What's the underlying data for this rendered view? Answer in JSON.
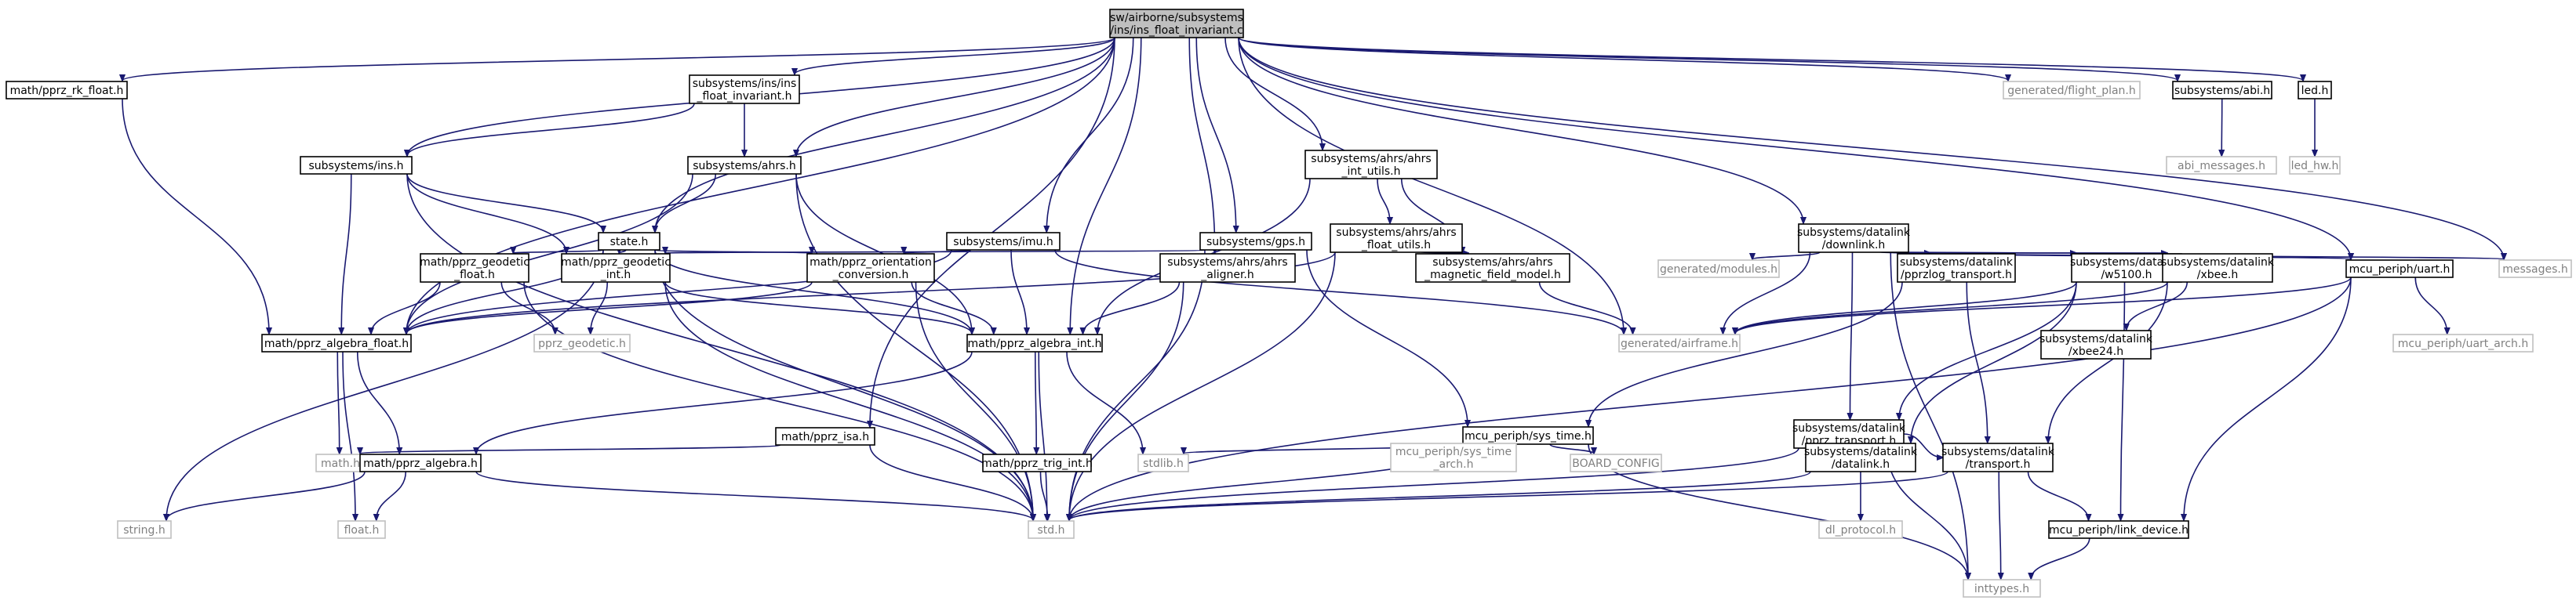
{
  "graph": {
    "nodes": [
      {
        "id": "root",
        "lines": [
          "sw/airborne/subsystems",
          "/ins/ins_float_invariant.c"
        ],
        "kind": "root"
      },
      {
        "id": "rkfloat",
        "lines": [
          "math/pprz_rk_float.h"
        ]
      },
      {
        "id": "insinv",
        "lines": [
          "subsystems/ins/ins",
          "_float_invariant.h"
        ]
      },
      {
        "id": "flightplan",
        "lines": [
          "generated/flight_plan.h"
        ],
        "kind": "faded"
      },
      {
        "id": "abi",
        "lines": [
          "subsystems/abi.h"
        ]
      },
      {
        "id": "led",
        "lines": [
          "led.h"
        ]
      },
      {
        "id": "ins",
        "lines": [
          "subsystems/ins.h"
        ]
      },
      {
        "id": "ahrs",
        "lines": [
          "subsystems/ahrs.h"
        ]
      },
      {
        "id": "ahrsint",
        "lines": [
          "subsystems/ahrs/ahrs",
          "_int_utils.h"
        ]
      },
      {
        "id": "abimsg",
        "lines": [
          "abi_messages.h"
        ],
        "kind": "faded"
      },
      {
        "id": "ledhw",
        "lines": [
          "led_hw.h"
        ],
        "kind": "faded"
      },
      {
        "id": "state",
        "lines": [
          "state.h"
        ]
      },
      {
        "id": "imu",
        "lines": [
          "subsystems/imu.h"
        ]
      },
      {
        "id": "gps",
        "lines": [
          "subsystems/gps.h"
        ]
      },
      {
        "id": "ahrsfloat",
        "lines": [
          "subsystems/ahrs/ahrs",
          "_float_utils.h"
        ]
      },
      {
        "id": "downlink",
        "lines": [
          "subsystems/datalink",
          "/downlink.h"
        ]
      },
      {
        "id": "geofloat",
        "lines": [
          "math/pprz_geodetic",
          "_float.h"
        ]
      },
      {
        "id": "geoint",
        "lines": [
          "math/pprz_geodetic",
          "_int.h"
        ]
      },
      {
        "id": "orient",
        "lines": [
          "math/pprz_orientation",
          "_conversion.h"
        ]
      },
      {
        "id": "aligner",
        "lines": [
          "subsystems/ahrs/ahrs",
          "_aligner.h"
        ]
      },
      {
        "id": "magmodel",
        "lines": [
          "subsystems/ahrs/ahrs",
          "_magnetic_field_model.h"
        ]
      },
      {
        "id": "genmodules",
        "lines": [
          "generated/modules.h"
        ],
        "kind": "faded"
      },
      {
        "id": "pprzlog",
        "lines": [
          "subsystems/datalink",
          "/pprzlog_transport.h"
        ]
      },
      {
        "id": "w5100",
        "lines": [
          "subsystems/datalink",
          "/w5100.h"
        ]
      },
      {
        "id": "xbee",
        "lines": [
          "subsystems/datalink",
          "/xbee.h"
        ]
      },
      {
        "id": "uart",
        "lines": [
          "mcu_periph/uart.h"
        ]
      },
      {
        "id": "messages",
        "lines": [
          "messages.h"
        ],
        "kind": "faded"
      },
      {
        "id": "algfloat",
        "lines": [
          "math/pprz_algebra_float.h"
        ]
      },
      {
        "id": "geodetic",
        "lines": [
          "pprz_geodetic.h"
        ],
        "kind": "faded"
      },
      {
        "id": "isa",
        "lines": [
          "math/pprz_isa.h"
        ]
      },
      {
        "id": "algint",
        "lines": [
          "math/pprz_algebra_int.h"
        ]
      },
      {
        "id": "airframe",
        "lines": [
          "generated/airframe.h"
        ],
        "kind": "faded"
      },
      {
        "id": "systime",
        "lines": [
          "mcu_periph/sys_time.h"
        ]
      },
      {
        "id": "pprztrans",
        "lines": [
          "subsystems/datalink",
          "/pprz_transport.h"
        ]
      },
      {
        "id": "xbee24",
        "lines": [
          "subsystems/datalink",
          "/xbee24.h"
        ]
      },
      {
        "id": "uartarch",
        "lines": [
          "mcu_periph/uart_arch.h"
        ],
        "kind": "faded"
      },
      {
        "id": "mathh",
        "lines": [
          "math.h"
        ],
        "kind": "faded"
      },
      {
        "id": "alg",
        "lines": [
          "math/pprz_algebra.h"
        ]
      },
      {
        "id": "trigint",
        "lines": [
          "math/pprz_trig_int.h"
        ]
      },
      {
        "id": "stdlib",
        "lines": [
          "stdlib.h"
        ],
        "kind": "faded"
      },
      {
        "id": "systimearch",
        "lines": [
          "mcu_periph/sys_time",
          "_arch.h"
        ],
        "kind": "faded"
      },
      {
        "id": "boardcfg",
        "lines": [
          "BOARD_CONFIG"
        ],
        "kind": "faded"
      },
      {
        "id": "datalink",
        "lines": [
          "subsystems/datalink",
          "/datalink.h"
        ]
      },
      {
        "id": "transport",
        "lines": [
          "subsystems/datalink",
          "/transport.h"
        ]
      },
      {
        "id": "stringh",
        "lines": [
          "string.h"
        ],
        "kind": "faded"
      },
      {
        "id": "floath",
        "lines": [
          "float.h"
        ],
        "kind": "faded"
      },
      {
        "id": "stdh",
        "lines": [
          "std.h"
        ],
        "kind": "faded"
      },
      {
        "id": "dlproto",
        "lines": [
          "dl_protocol.h"
        ],
        "kind": "faded"
      },
      {
        "id": "linkdev",
        "lines": [
          "mcu_periph/link_device.h"
        ]
      },
      {
        "id": "inttypes",
        "lines": [
          "inttypes.h"
        ],
        "kind": "faded"
      }
    ],
    "edges": [
      [
        "root",
        "rkfloat"
      ],
      [
        "root",
        "insinv"
      ],
      [
        "root",
        "flightplan"
      ],
      [
        "root",
        "abi"
      ],
      [
        "root",
        "led"
      ],
      [
        "root",
        "ins"
      ],
      [
        "root",
        "ahrs"
      ],
      [
        "root",
        "ahrsint"
      ],
      [
        "root",
        "state"
      ],
      [
        "root",
        "imu"
      ],
      [
        "root",
        "gps"
      ],
      [
        "root",
        "downlink"
      ],
      [
        "root",
        "algfloat"
      ],
      [
        "root",
        "isa"
      ],
      [
        "root",
        "algint"
      ],
      [
        "root",
        "airframe"
      ],
      [
        "root",
        "aligner"
      ],
      [
        "root",
        "uart"
      ],
      [
        "root",
        "messages"
      ],
      [
        "rkfloat",
        "algfloat"
      ],
      [
        "insinv",
        "ins"
      ],
      [
        "insinv",
        "ahrs"
      ],
      [
        "abi",
        "abimsg"
      ],
      [
        "led",
        "ledhw"
      ],
      [
        "ins",
        "state"
      ],
      [
        "ins",
        "algfloat"
      ],
      [
        "ins",
        "geoint"
      ],
      [
        "ins",
        "stdh"
      ],
      [
        "ahrs",
        "state"
      ],
      [
        "ahrs",
        "algfloat"
      ],
      [
        "ahrs",
        "algint"
      ],
      [
        "ahrs",
        "stdh"
      ],
      [
        "ahrsint",
        "algint"
      ],
      [
        "ahrsint",
        "magmodel"
      ],
      [
        "ahrsint",
        "ahrsfloat"
      ],
      [
        "state",
        "stringh"
      ],
      [
        "state",
        "algfloat"
      ],
      [
        "state",
        "geofloat"
      ],
      [
        "state",
        "geoint"
      ],
      [
        "state",
        "orient"
      ],
      [
        "state",
        "algint"
      ],
      [
        "state",
        "stdh"
      ],
      [
        "imu",
        "algfloat"
      ],
      [
        "imu",
        "orient"
      ],
      [
        "imu",
        "algint"
      ],
      [
        "imu",
        "airframe"
      ],
      [
        "gps",
        "geoint"
      ],
      [
        "gps",
        "systime"
      ],
      [
        "gps",
        "stdh"
      ],
      [
        "ahrsfloat",
        "magmodel"
      ],
      [
        "ahrsfloat",
        "algfloat"
      ],
      [
        "ahrsfloat",
        "stdh"
      ],
      [
        "downlink",
        "genmodules"
      ],
      [
        "downlink",
        "pprzlog"
      ],
      [
        "downlink",
        "w5100"
      ],
      [
        "downlink",
        "xbee"
      ],
      [
        "downlink",
        "uart"
      ],
      [
        "downlink",
        "messages"
      ],
      [
        "downlink",
        "airframe"
      ],
      [
        "downlink",
        "pprztrans"
      ],
      [
        "downlink",
        "inttypes"
      ],
      [
        "geofloat",
        "algfloat"
      ],
      [
        "geofloat",
        "geodetic"
      ],
      [
        "geofloat",
        "stdh"
      ],
      [
        "geoint",
        "geodetic"
      ],
      [
        "geoint",
        "algint"
      ],
      [
        "geoint",
        "stdh"
      ],
      [
        "orient",
        "algfloat"
      ],
      [
        "orient",
        "algint"
      ],
      [
        "orient",
        "stdh"
      ],
      [
        "aligner",
        "algint"
      ],
      [
        "aligner",
        "stdh"
      ],
      [
        "magmodel",
        "airframe"
      ],
      [
        "pprzlog",
        "systime"
      ],
      [
        "pprzlog",
        "transport"
      ],
      [
        "w5100",
        "airframe"
      ],
      [
        "w5100",
        "pprztrans"
      ],
      [
        "w5100",
        "datalink"
      ],
      [
        "w5100",
        "linkdev"
      ],
      [
        "xbee",
        "airframe"
      ],
      [
        "xbee",
        "xbee24"
      ],
      [
        "xbee",
        "transport"
      ],
      [
        "uart",
        "airframe"
      ],
      [
        "uart",
        "uartarch"
      ],
      [
        "uart",
        "stdh"
      ],
      [
        "uart",
        "linkdev"
      ],
      [
        "algfloat",
        "mathh"
      ],
      [
        "algfloat",
        "alg"
      ],
      [
        "algfloat",
        "floath"
      ],
      [
        "isa",
        "mathh"
      ],
      [
        "isa",
        "stdh"
      ],
      [
        "algint",
        "alg"
      ],
      [
        "algint",
        "trigint"
      ],
      [
        "algint",
        "stdlib"
      ],
      [
        "algint",
        "stdh"
      ],
      [
        "systime",
        "stdlib"
      ],
      [
        "systime",
        "systimearch"
      ],
      [
        "systime",
        "boardcfg"
      ],
      [
        "systime",
        "stdh"
      ],
      [
        "systime",
        "inttypes"
      ],
      [
        "pprztrans",
        "datalink"
      ],
      [
        "pprztrans",
        "transport"
      ],
      [
        "pprztrans",
        "stdh"
      ],
      [
        "pprztrans",
        "inttypes"
      ],
      [
        "alg",
        "stringh"
      ],
      [
        "alg",
        "floath"
      ],
      [
        "alg",
        "stdh"
      ],
      [
        "trigint",
        "stdh"
      ],
      [
        "datalink",
        "stdh"
      ],
      [
        "datalink",
        "dlproto"
      ],
      [
        "transport",
        "linkdev"
      ],
      [
        "transport",
        "inttypes"
      ],
      [
        "transport",
        "stdh"
      ],
      [
        "linkdev",
        "inttypes"
      ]
    ]
  }
}
